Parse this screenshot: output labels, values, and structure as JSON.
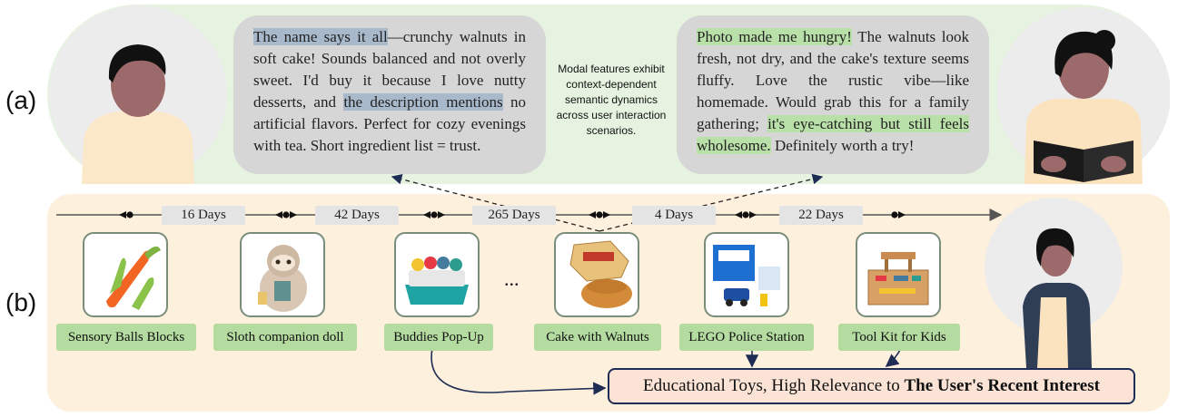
{
  "panel_labels": {
    "a": "(a)",
    "b": "(b)"
  },
  "left_review": {
    "hl1": "The name says it all",
    "t1": "—crunchy walnuts in soft cake! Sounds balanced and not overly sweet. I'd buy it because I love nutty desserts, and ",
    "hl2": "the description mentions",
    "t2": " no artificial flavors. Perfect for cozy evenings with tea. Short ingredient list = trust."
  },
  "right_review": {
    "hl1": "Photo made me hungry!",
    "t1": " The walnuts look fresh, not dry, and the cake's texture seems fluffy. Love the rustic vibe—like homemade. Would grab this for a family gathering; ",
    "hl2": "it's eye-catching but still feels wholesome.",
    "t2": " Definitely worth a try!"
  },
  "center_note": "Modal features exhibit context-dependent semantic dynamics across user interaction scenarios.",
  "timeline_gaps": [
    "16 Days",
    "42 Days",
    "265 Days",
    "4 Days",
    "22 Days"
  ],
  "items": [
    {
      "label": "Sensory Balls Blocks",
      "icon": "carrot-teether-toy"
    },
    {
      "label": "Sloth companion doll",
      "icon": "sloth-plush-toy"
    },
    {
      "label": "Buddies Pop-Up",
      "icon": "pop-up-animal-toy"
    },
    {
      "label": "Cake with Walnuts",
      "icon": "walnut-cake"
    },
    {
      "label": "LEGO Police Station",
      "icon": "lego-police-station"
    },
    {
      "label": "Tool Kit for Kids",
      "icon": "wooden-tool-kit"
    }
  ],
  "ellipsis": "...",
  "summary": {
    "prefix": "Educational Toys, High Relevance to ",
    "bold": "The User's Recent Interest"
  },
  "colors": {
    "panel_a_bg": "#e6f3e0",
    "panel_b_bg": "#fdf0dc",
    "bubble_bg": "#d6d6d6",
    "highlight_blue": "#a9b9cc",
    "highlight_green": "#b9e0a8",
    "summary_bg": "#fbe3d6",
    "arrow": "#1f2d55"
  }
}
